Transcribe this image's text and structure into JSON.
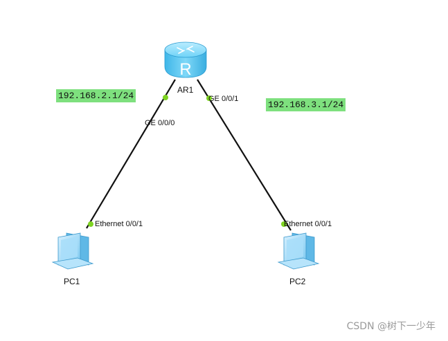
{
  "devices": {
    "router": {
      "name": "AR1",
      "icon": "router-icon",
      "glyph": "R"
    },
    "pc1": {
      "name": "PC1",
      "icon": "pc-icon"
    },
    "pc2": {
      "name": "PC2",
      "icon": "pc-icon"
    }
  },
  "ports": {
    "ar1_left": "GE 0/0/0",
    "ar1_right": "GE 0/0/1",
    "pc1": "Ethernet 0/0/1",
    "pc2": "Ethernet 0/0/1"
  },
  "ip_labels": {
    "left": "192.168.2.1/24",
    "right": "192.168.3.1/24"
  },
  "watermark": "CSDN @树下一少年",
  "colors": {
    "link": "#111111",
    "port_dot": "#7ed321",
    "ip_label_bg": "#7ee07e",
    "router_fill": "#5bc8f0",
    "pc_fill": "#8fd3f5"
  }
}
